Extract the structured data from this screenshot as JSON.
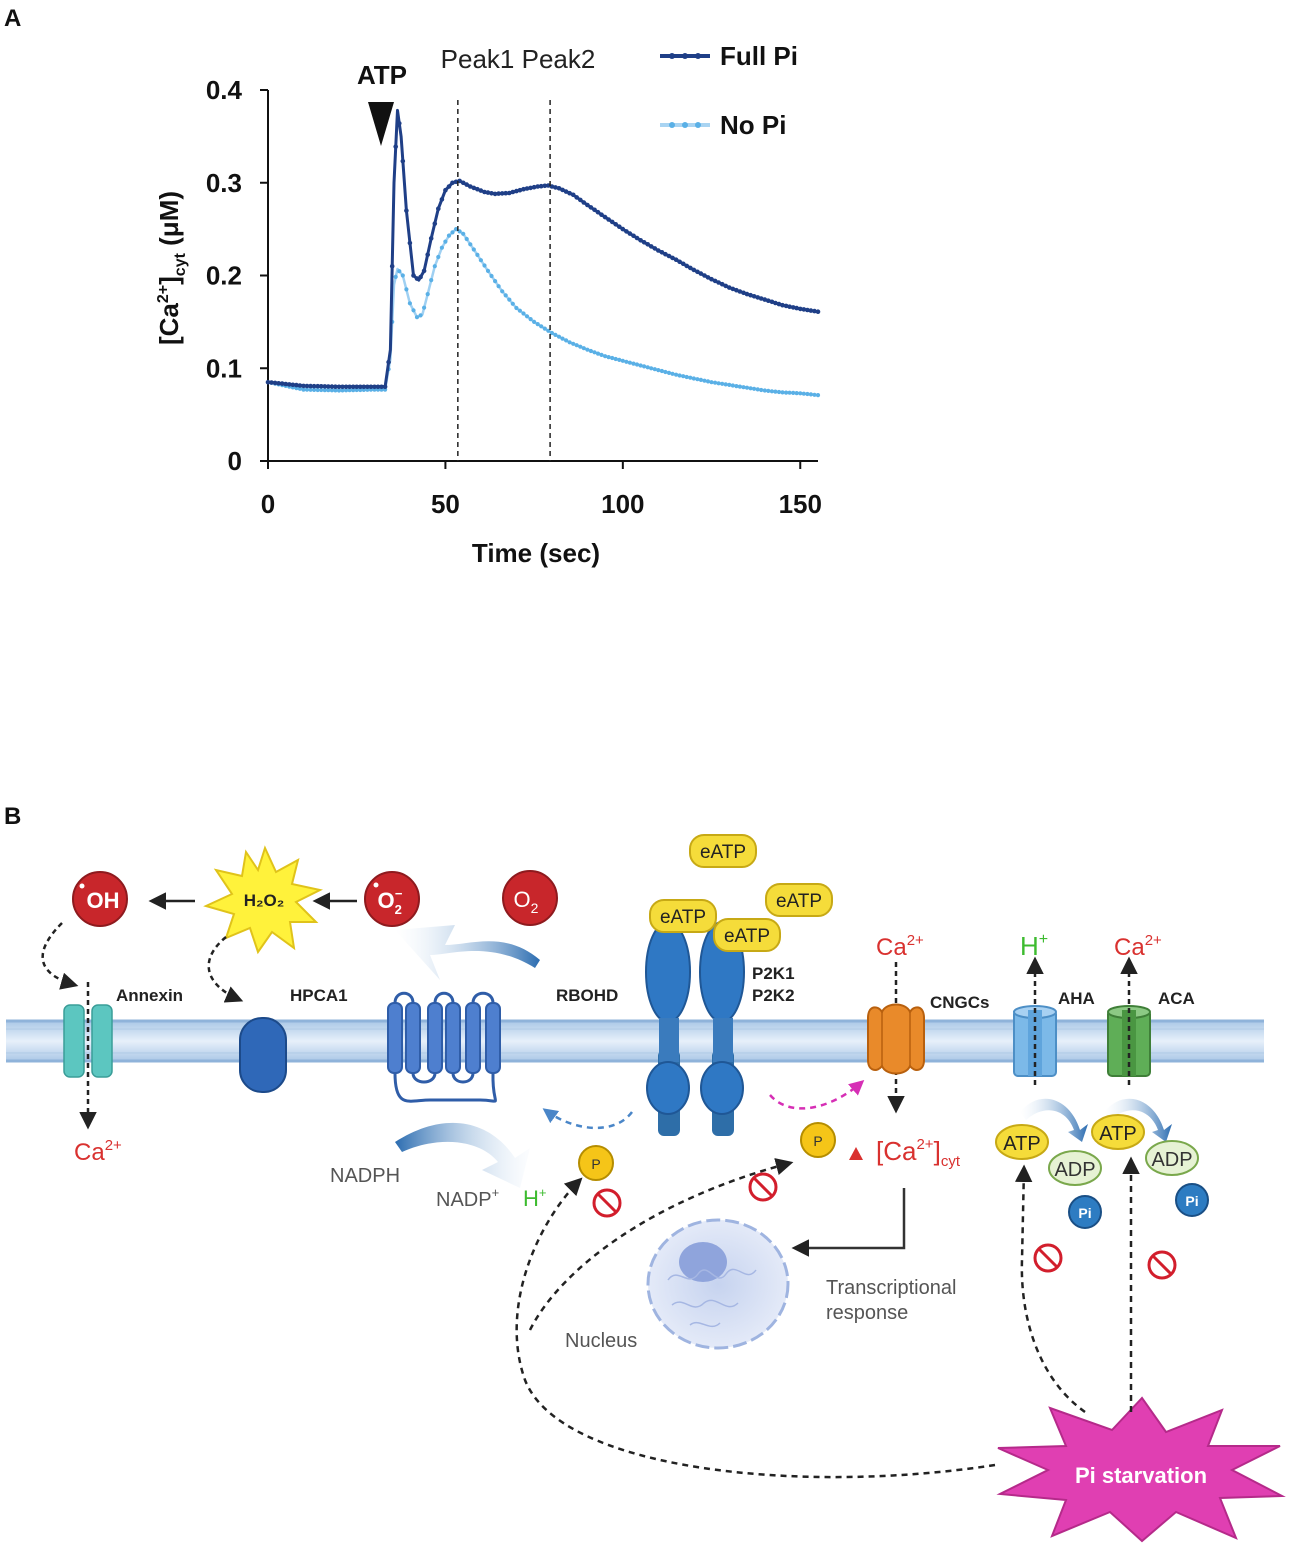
{
  "panel_a": {
    "letter": "A",
    "atp_marker": "ATP",
    "peak_labels": "Peak1 Peak2",
    "legend": {
      "full": "Full Pi",
      "none": "No Pi"
    },
    "y_label_parts": [
      "[Ca",
      "2+",
      "]",
      "cyt",
      " (μM)"
    ],
    "x_label": "Time (sec)",
    "x_ticks": [
      "0",
      "50",
      "100",
      "150"
    ],
    "y_ticks": [
      "0",
      "0.1",
      "0.2",
      "0.3",
      "0.4"
    ],
    "colors": {
      "full": "#1f3f87",
      "none": "#5ab0e6"
    }
  },
  "chart_data": {
    "type": "line",
    "xlabel": "Time (sec)",
    "ylabel": "[Ca2+]cyt (μM)",
    "xlim": [
      0,
      155
    ],
    "ylim": [
      0,
      0.4
    ],
    "x_ticks": [
      0,
      50,
      100,
      150
    ],
    "y_ticks": [
      0,
      0.1,
      0.2,
      0.3,
      0.4
    ],
    "grid": false,
    "legend_position": "top-right",
    "annotations": [
      {
        "text": "ATP",
        "x": 31
      },
      {
        "text": "Peak1",
        "x": 53.5,
        "style": "dashed vertical line"
      },
      {
        "text": "Peak2",
        "x": 79.5,
        "style": "dashed vertical line"
      }
    ],
    "series": [
      {
        "name": "Full Pi",
        "color": "#1f3f87",
        "points": [
          [
            0,
            0.085
          ],
          [
            10,
            0.081
          ],
          [
            20,
            0.08
          ],
          [
            30,
            0.08
          ],
          [
            33,
            0.08
          ],
          [
            34.5,
            0.12
          ],
          [
            35.5,
            0.3
          ],
          [
            36.5,
            0.378
          ],
          [
            37.5,
            0.35
          ],
          [
            39,
            0.27
          ],
          [
            41,
            0.2
          ],
          [
            42.5,
            0.195
          ],
          [
            44,
            0.205
          ],
          [
            46,
            0.24
          ],
          [
            48,
            0.272
          ],
          [
            50,
            0.292
          ],
          [
            52,
            0.3
          ],
          [
            54,
            0.302
          ],
          [
            57,
            0.296
          ],
          [
            61,
            0.29
          ],
          [
            64,
            0.288
          ],
          [
            68,
            0.289
          ],
          [
            72,
            0.293
          ],
          [
            76,
            0.296
          ],
          [
            79,
            0.297
          ],
          [
            82,
            0.294
          ],
          [
            86,
            0.287
          ],
          [
            90,
            0.276
          ],
          [
            95,
            0.263
          ],
          [
            100,
            0.25
          ],
          [
            105,
            0.238
          ],
          [
            110,
            0.227
          ],
          [
            115,
            0.217
          ],
          [
            120,
            0.206
          ],
          [
            125,
            0.196
          ],
          [
            130,
            0.187
          ],
          [
            135,
            0.18
          ],
          [
            140,
            0.174
          ],
          [
            145,
            0.168
          ],
          [
            150,
            0.164
          ],
          [
            155,
            0.161
          ]
        ]
      },
      {
        "name": "No Pi",
        "color": "#5ab0e6",
        "points": [
          [
            0,
            0.085
          ],
          [
            10,
            0.077
          ],
          [
            20,
            0.076
          ],
          [
            30,
            0.077
          ],
          [
            33,
            0.077
          ],
          [
            34.5,
            0.11
          ],
          [
            35.5,
            0.19
          ],
          [
            36.5,
            0.207
          ],
          [
            38,
            0.2
          ],
          [
            40,
            0.17
          ],
          [
            42,
            0.155
          ],
          [
            43.5,
            0.158
          ],
          [
            45,
            0.18
          ],
          [
            47,
            0.21
          ],
          [
            49,
            0.23
          ],
          [
            51,
            0.243
          ],
          [
            53,
            0.25
          ],
          [
            55,
            0.245
          ],
          [
            58,
            0.228
          ],
          [
            62,
            0.205
          ],
          [
            66,
            0.183
          ],
          [
            70,
            0.165
          ],
          [
            75,
            0.15
          ],
          [
            80,
            0.138
          ],
          [
            85,
            0.128
          ],
          [
            90,
            0.12
          ],
          [
            95,
            0.113
          ],
          [
            100,
            0.108
          ],
          [
            105,
            0.103
          ],
          [
            110,
            0.098
          ],
          [
            115,
            0.093
          ],
          [
            120,
            0.089
          ],
          [
            125,
            0.085
          ],
          [
            130,
            0.082
          ],
          [
            135,
            0.079
          ],
          [
            140,
            0.076
          ],
          [
            145,
            0.074
          ],
          [
            150,
            0.073
          ],
          [
            155,
            0.071
          ]
        ]
      }
    ]
  },
  "panel_b": {
    "letter": "B",
    "molecules": {
      "oh": "OH",
      "h2o2": "H₂O₂",
      "o2_radical": "O",
      "o2_radical_sub": "2",
      "o2_radical_sup": "−",
      "o2": "O",
      "o2_sub": "2"
    },
    "eatp_label": "eATP",
    "membrane_labels": {
      "annexin": "Annexin",
      "hpca1": "HPCA1",
      "rbohd": "RBOHD",
      "p2k1": "P2K1",
      "p2k2": "P2K2",
      "cngcs": "CNGCs",
      "aha": "AHA",
      "aca": "ACA"
    },
    "ion_labels": {
      "ca_top_base": "Ca",
      "ca_sup": "2+",
      "h_plus_top": "H",
      "plus": "+",
      "ca_cyt_parts": [
        "[Ca",
        "2+",
        "]",
        "cyt"
      ],
      "h_plus_bottom": "H"
    },
    "cofactors": {
      "nadph": "NADPH",
      "nadp": "NADP",
      "atp": "ATP",
      "adp": "ADP",
      "pi": "Pi",
      "p": "P"
    },
    "nucleus_label": "Nucleus",
    "transcription": [
      "Transcriptional",
      "response"
    ],
    "pi_starvation": "Pi starvation",
    "colors": {
      "red_label": "#d9312f",
      "green_label": "#3dbb2f",
      "magenta": "#d62fb5",
      "yellow": "#f5dc3a",
      "inhibit": "#d21e2c"
    }
  }
}
